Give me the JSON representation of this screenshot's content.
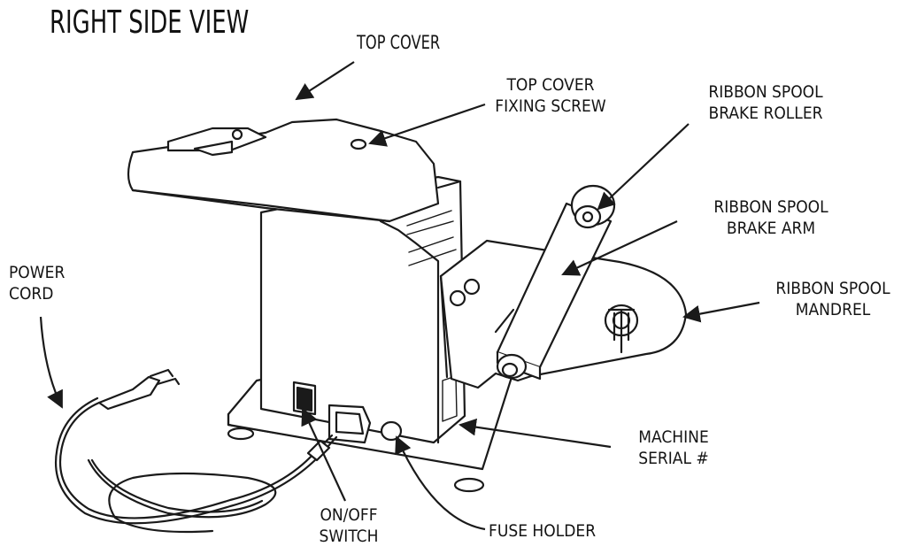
{
  "title": "RIGHT SIDE VIEW",
  "labels": {
    "top_cover": [
      "TOP COVER"
    ],
    "top_cover_fixing_screw": [
      "TOP COVER",
      "FIXING SCREW"
    ],
    "ribbon_spool_brake_roller": [
      "RIBBON SPOOL",
      "BRAKE ROLLER"
    ],
    "ribbon_spool_brake_arm": [
      "RIBBON SPOOL",
      "BRAKE ARM"
    ],
    "ribbon_spool_mandrel": [
      "RIBBON SPOOL",
      "MANDREL"
    ],
    "power_cord": [
      "POWER",
      "CORD"
    ],
    "machine_serial": [
      "MACHINE",
      "SERIAL #"
    ],
    "on_off_switch": [
      "ON/OFF",
      "SWITCH"
    ],
    "fuse_holder": [
      "FUSE HOLDER"
    ]
  },
  "colors": {
    "line": "#1a1a1a",
    "background": "#ffffff"
  }
}
